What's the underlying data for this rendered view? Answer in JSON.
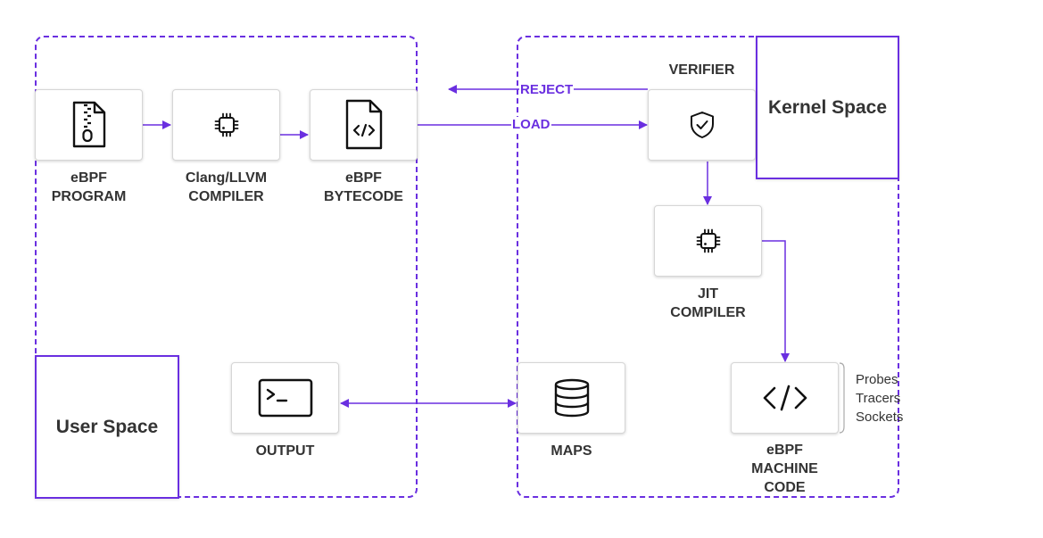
{
  "zones": {
    "user": {
      "label": "User Space"
    },
    "kernel": {
      "label": "Kernel Space"
    }
  },
  "nodes": {
    "program": {
      "icon": "zip-file-icon",
      "label_lines": [
        "eBPF",
        "PROGRAM"
      ]
    },
    "compiler": {
      "icon": "chip-icon",
      "label_lines": [
        "Clang/LLVM",
        "COMPILER"
      ]
    },
    "bytecode": {
      "icon": "code-file-icon",
      "label_lines": [
        "eBPF",
        "BYTECODE"
      ]
    },
    "verifier": {
      "icon": "shield-check-icon",
      "label_lines": [
        "VERIFIER"
      ]
    },
    "jit": {
      "icon": "chip-icon",
      "label_lines": [
        "JIT",
        "COMPILER"
      ]
    },
    "machine": {
      "icon": "code-brackets-icon",
      "label_lines": [
        "eBPF",
        "MACHINE",
        "CODE"
      ]
    },
    "maps": {
      "icon": "database-icon",
      "label_lines": [
        "MAPS"
      ]
    },
    "output": {
      "icon": "terminal-icon",
      "label_lines": [
        "OUTPUT"
      ]
    }
  },
  "edge_labels": {
    "reject": "REJECT",
    "load": "LOAD"
  },
  "attach_targets": [
    "Probes",
    "Tracers",
    "Sockets"
  ],
  "colors": {
    "accent": "#6a2fe0",
    "text": "#333333",
    "node_border": "#d6d6d6"
  }
}
